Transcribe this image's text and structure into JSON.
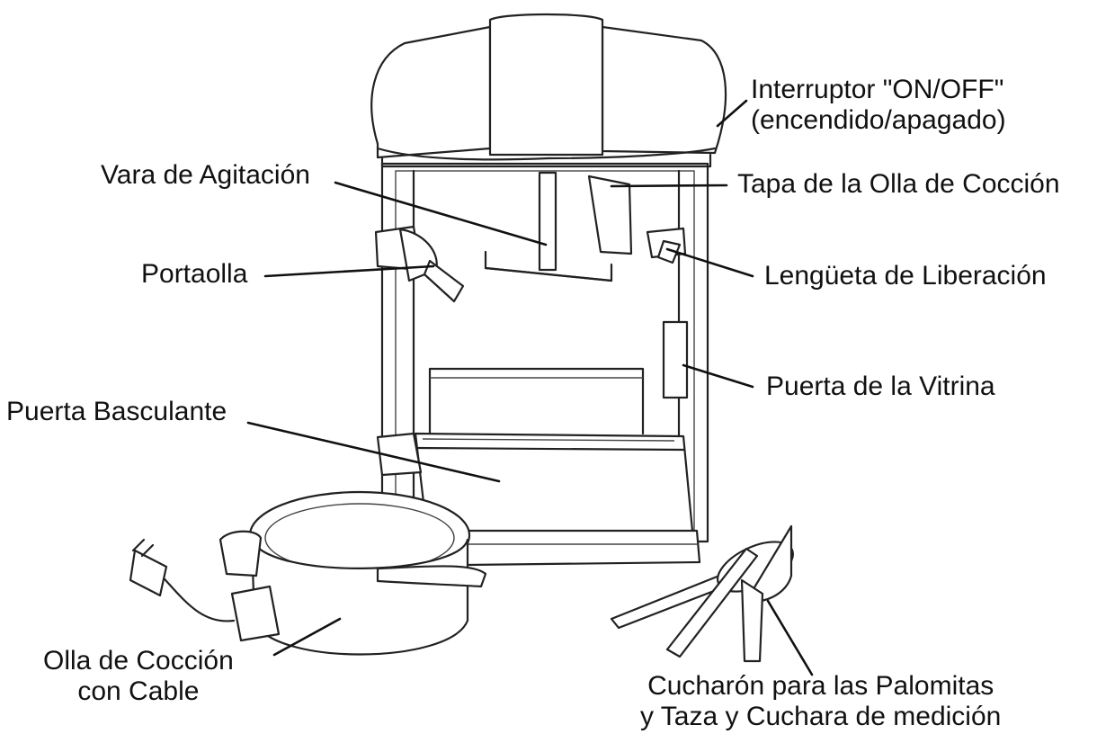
{
  "labels": {
    "switch": [
      "Interruptor \"ON/OFF\"",
      "(encendido/apagado)"
    ],
    "stirring_rod": "Vara de Agitación",
    "kettle_lid": "Tapa de la Olla de Cocción",
    "kettle_holder": "Portaolla",
    "release_tab": "Lengüeta de Liberación",
    "cabinet_door": "Puerta de la Vitrina",
    "tilt_door": "Puerta Basculante",
    "kettle": [
      "Olla de Cocción",
      "con Cable"
    ],
    "scoop": [
      "Cucharón para las Palomitas",
      "y Taza y Cuchara de medición"
    ]
  }
}
